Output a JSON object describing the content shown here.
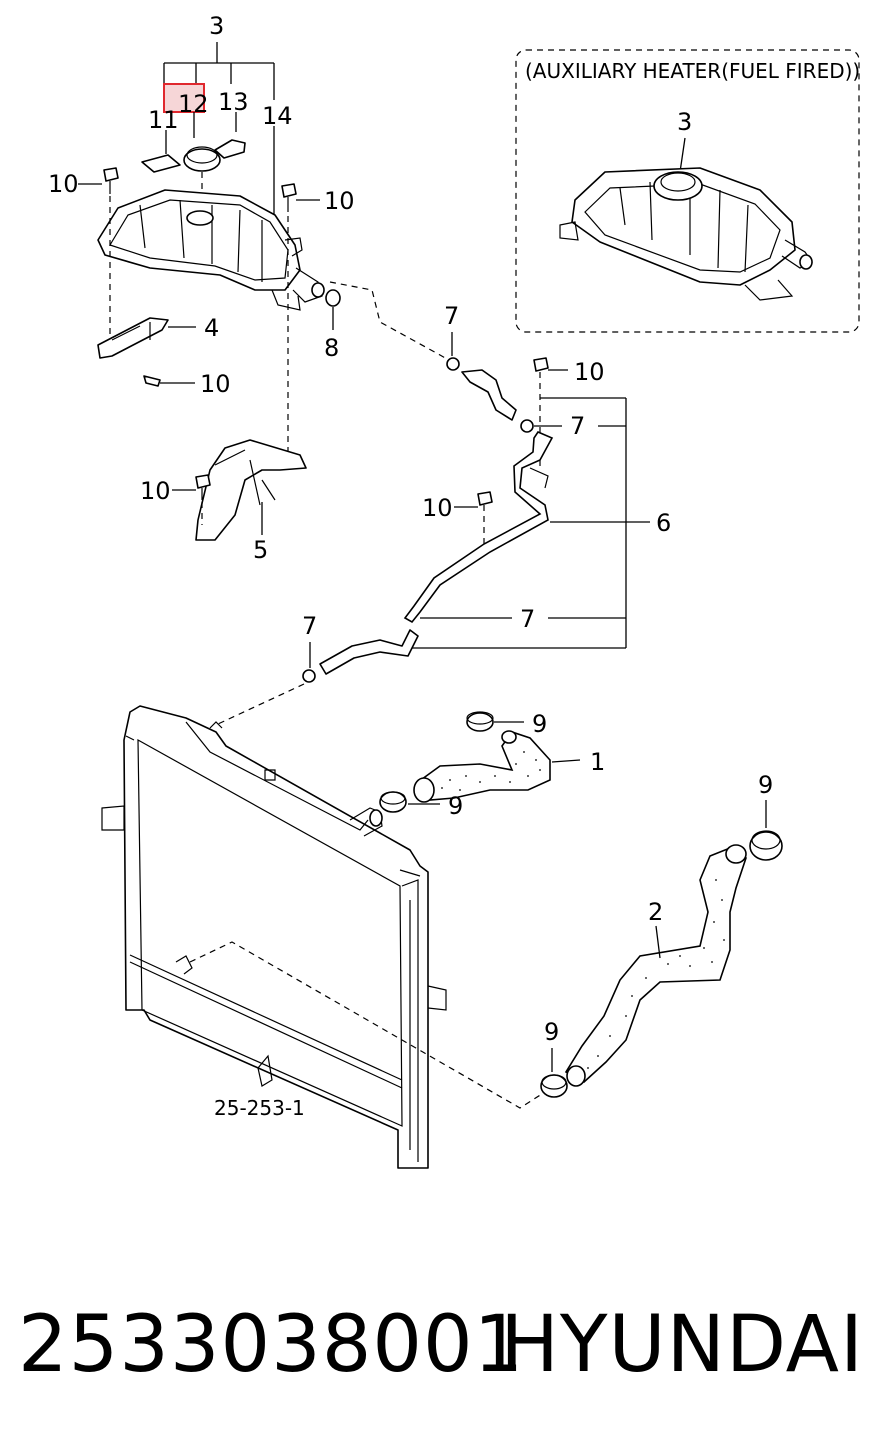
{
  "diagram": {
    "inset_title": "(AUXILIARY HEATER(FUEL FIRED))",
    "labels": {
      "c3_top": "3",
      "c11": "11",
      "c12": "12",
      "c13": "13",
      "c14": "14",
      "c10_a": "10",
      "c10_b": "10",
      "c10_c": "10",
      "c10_d": "10",
      "c10_e": "10",
      "c10_f": "10",
      "c4": "4",
      "c5": "5",
      "c8": "8",
      "c7_a": "7",
      "c7_b": "7",
      "c7_c": "7",
      "c7_d": "7",
      "c6": "6",
      "c9_a": "9",
      "c9_b": "9",
      "c9_c": "9",
      "c9_d": "9",
      "c1": "1",
      "c2": "2",
      "c3_inset": "3",
      "ref": "25-253-1"
    },
    "highlight_color": "#e0282e"
  },
  "footer": {
    "part_number": "2533038001",
    "brand": "HYUNDAI"
  }
}
